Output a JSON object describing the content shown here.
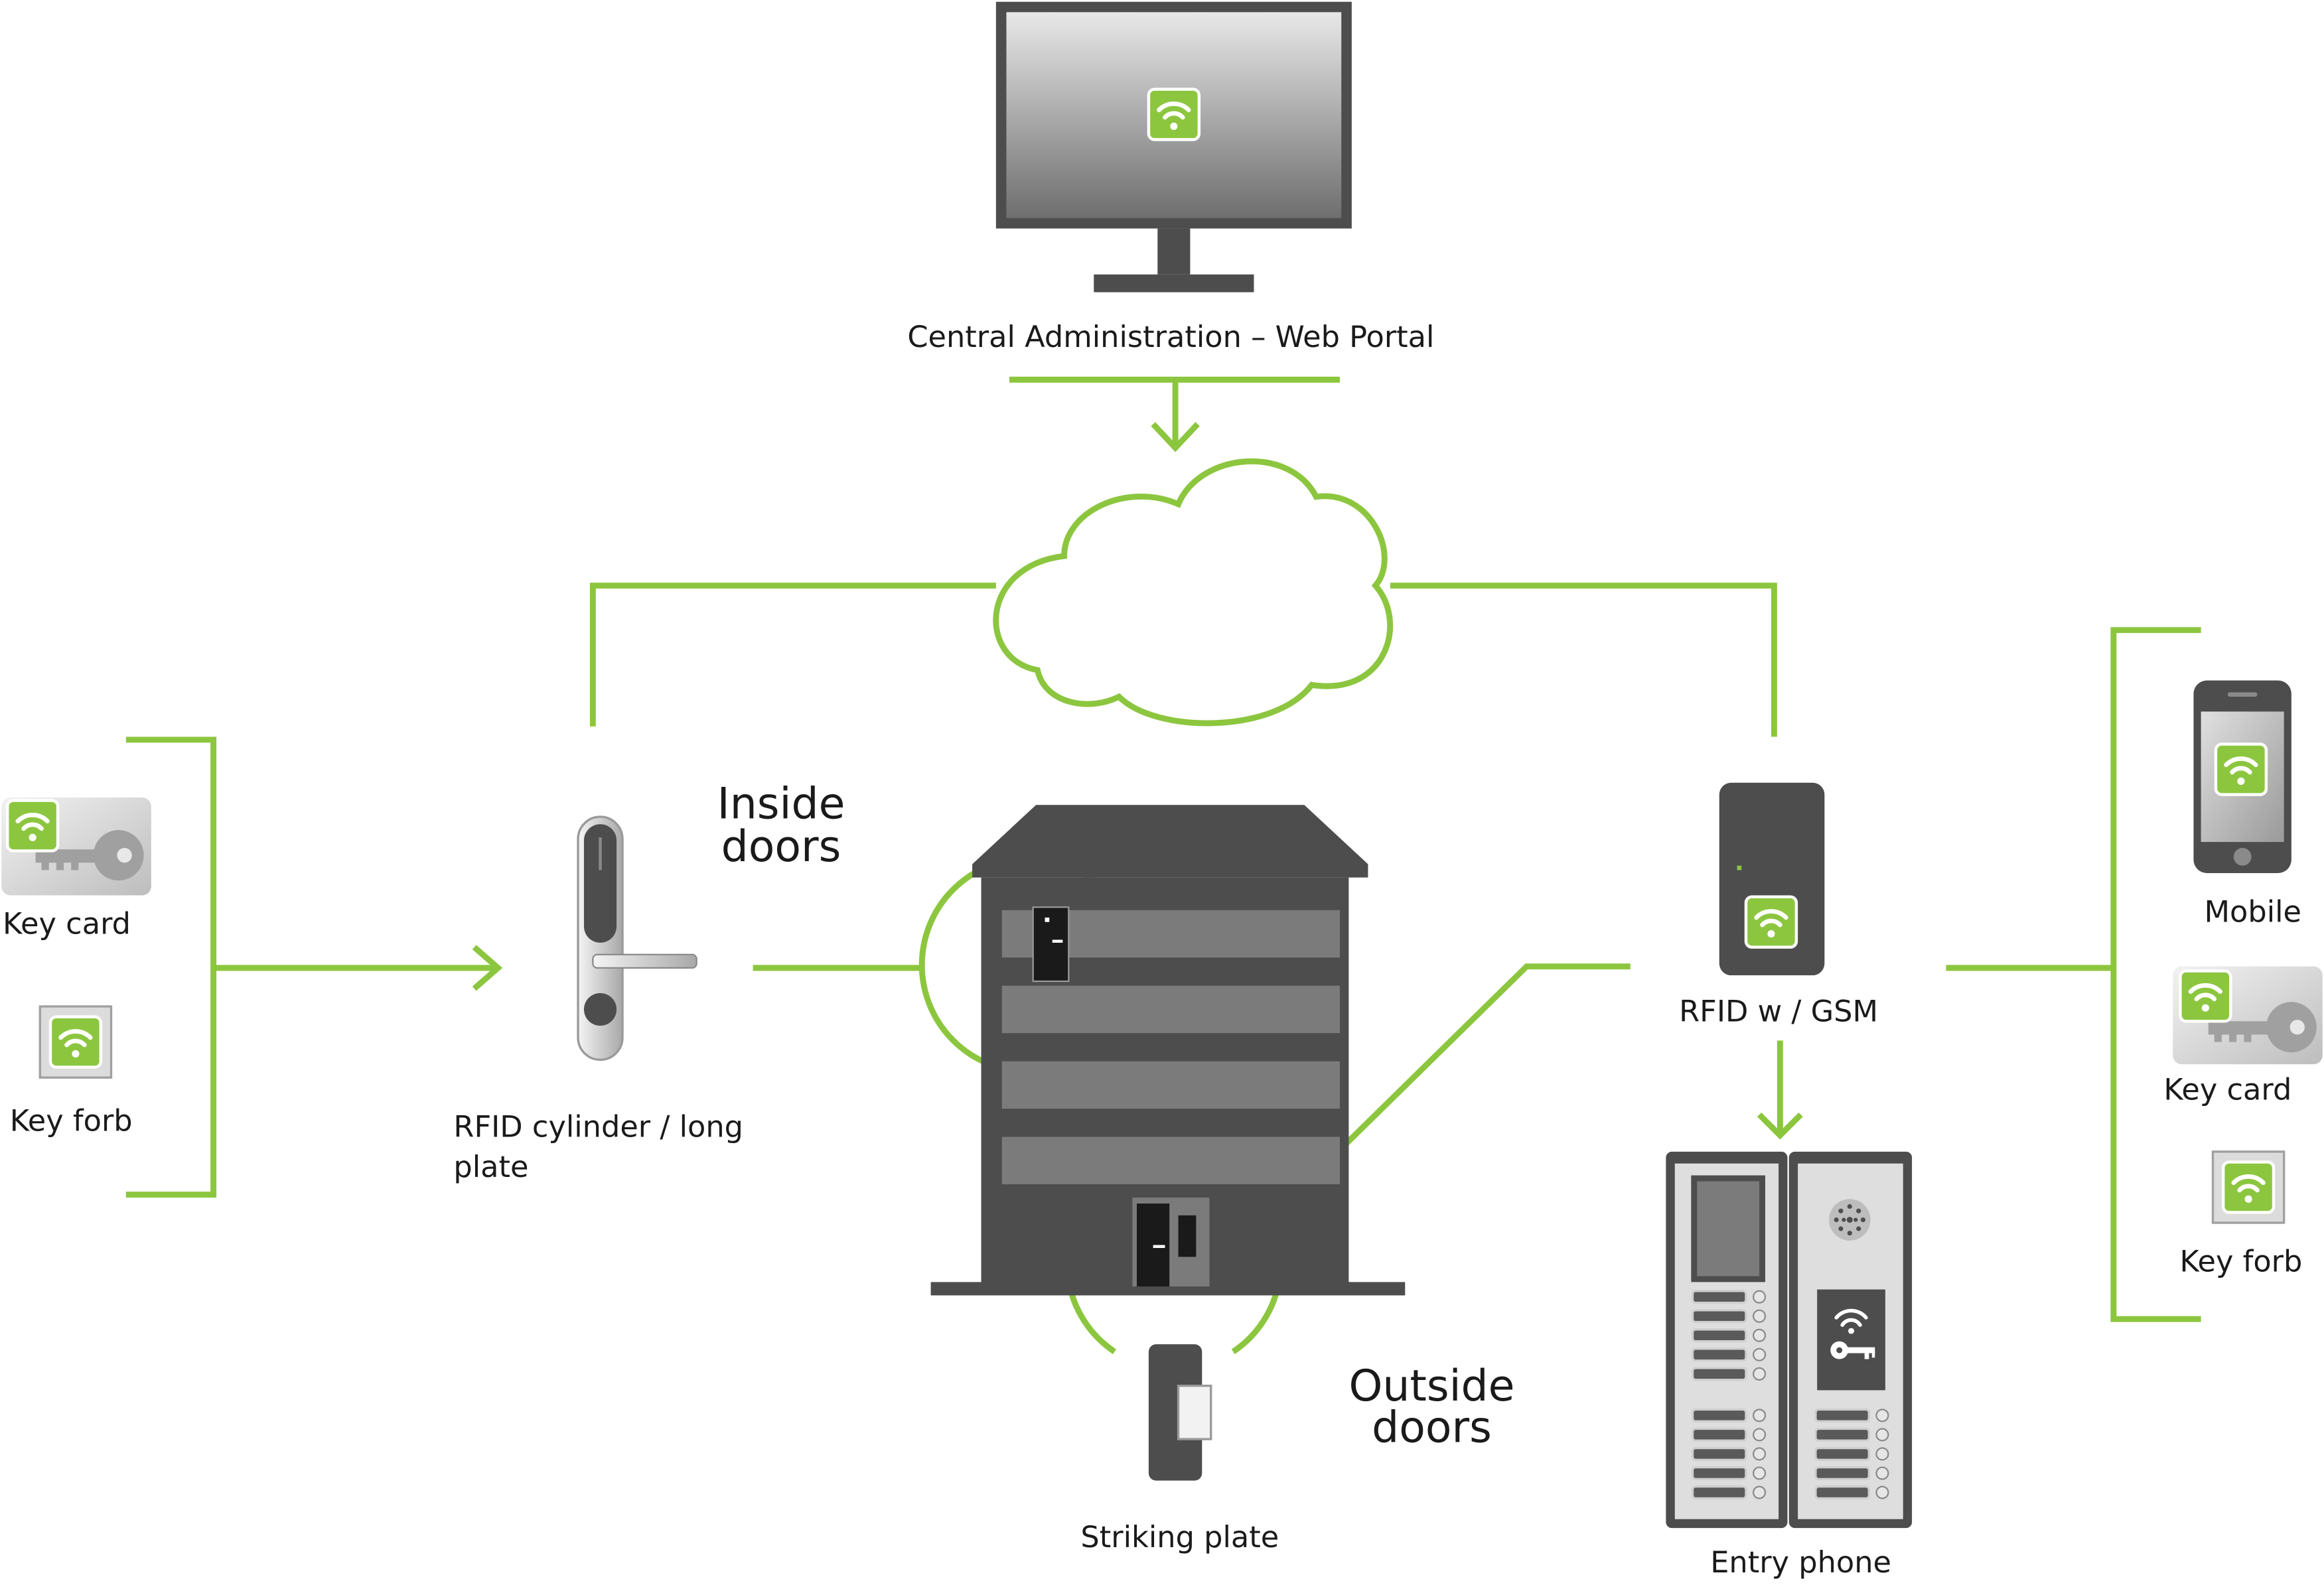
{
  "colors": {
    "accent": "#8cc63f",
    "dark": "#4d4d4d",
    "mid": "#7b7b7b",
    "light": "#b3b3b3",
    "text": "#1a1a1a"
  },
  "labels": {
    "portal": "Central Administration – Web Portal",
    "inside": [
      "Inside",
      "doors"
    ],
    "outside": [
      "Outside",
      "doors"
    ],
    "left_key_card": "Key card",
    "left_key_forb": "Key forb",
    "cylinder": [
      "RFID cylinder / long",
      "plate"
    ],
    "striking": "Striking plate",
    "rfid_gsm": "RFID w / GSM",
    "entry_phone": "Entry phone",
    "right_mobile": "Mobile",
    "right_key_card": "Key card",
    "right_key_forb": "Key forb"
  },
  "icons": [
    "wifi-icon",
    "key-icon",
    "cloud-icon",
    "monitor-icon",
    "building-icon",
    "door-handle-icon",
    "phone-icon",
    "speaker-grille-icon"
  ]
}
